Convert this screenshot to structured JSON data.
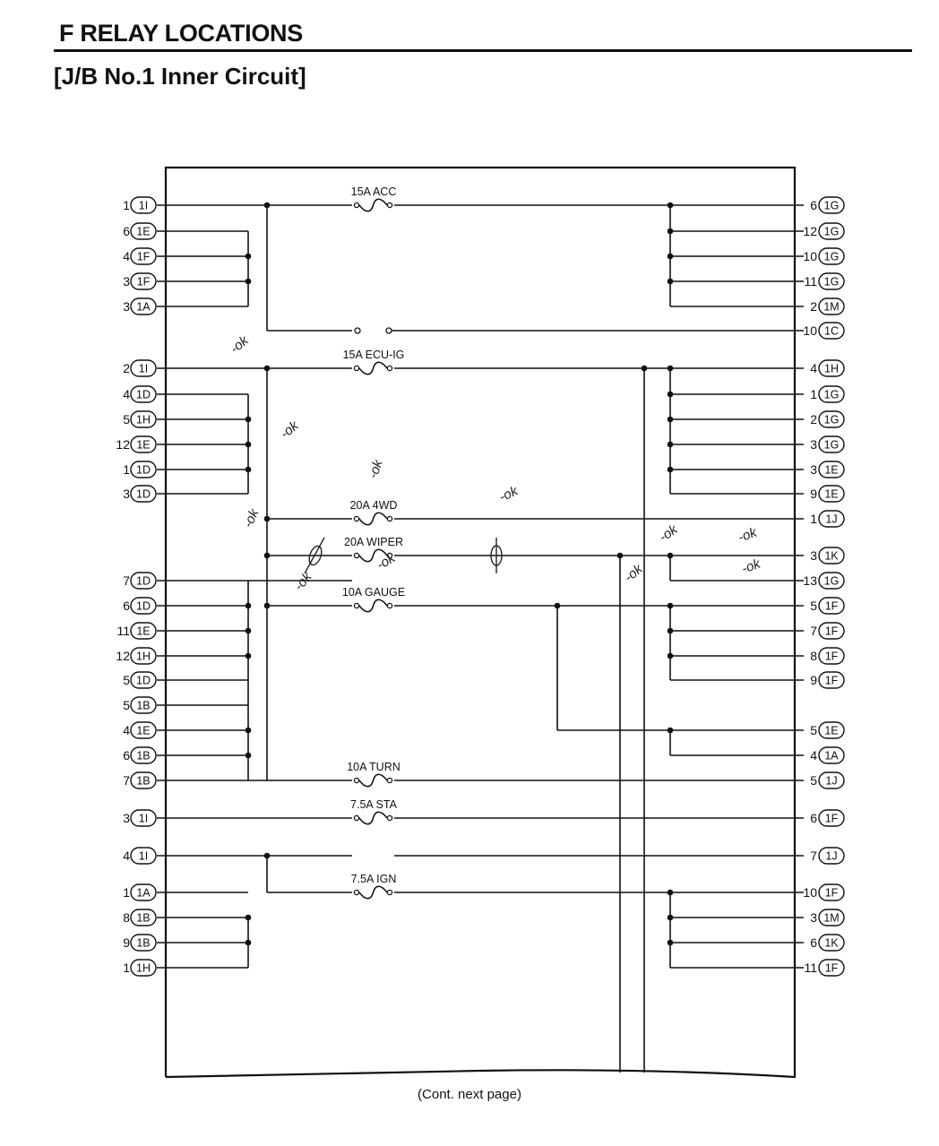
{
  "header": {
    "section_title": "F  RELAY LOCATIONS",
    "subtitle": "[J/B No.1 Inner Circuit]"
  },
  "footer": {
    "note": "(Cont. next page)"
  },
  "fuses": [
    {
      "id": "f1",
      "label": "15A ACC"
    },
    {
      "id": "f2",
      "label": "15A ECU-IG"
    },
    {
      "id": "f3",
      "label": "20A 4WD"
    },
    {
      "id": "f4",
      "label": "20A WIPER"
    },
    {
      "id": "f5",
      "label": "10A GAUGE"
    },
    {
      "id": "f6",
      "label": "10A TURN"
    },
    {
      "id": "f7",
      "label": "7.5A STA"
    },
    {
      "id": "f8",
      "label": "7.5A IGN"
    }
  ],
  "left_terminals": [
    {
      "pin": "1",
      "conn": "1I"
    },
    {
      "pin": "6",
      "conn": "1E"
    },
    {
      "pin": "4",
      "conn": "1F"
    },
    {
      "pin": "3",
      "conn": "1F"
    },
    {
      "pin": "3",
      "conn": "1A"
    },
    {
      "pin": "2",
      "conn": "1I"
    },
    {
      "pin": "4",
      "conn": "1D"
    },
    {
      "pin": "5",
      "conn": "1H"
    },
    {
      "pin": "12",
      "conn": "1E"
    },
    {
      "pin": "1",
      "conn": "1D"
    },
    {
      "pin": "3",
      "conn": "1D"
    },
    {
      "pin": "7",
      "conn": "1D"
    },
    {
      "pin": "6",
      "conn": "1D"
    },
    {
      "pin": "11",
      "conn": "1E"
    },
    {
      "pin": "12",
      "conn": "1H"
    },
    {
      "pin": "5",
      "conn": "1D"
    },
    {
      "pin": "5",
      "conn": "1B"
    },
    {
      "pin": "4",
      "conn": "1E"
    },
    {
      "pin": "6",
      "conn": "1B"
    },
    {
      "pin": "7",
      "conn": "1B"
    },
    {
      "pin": "3",
      "conn": "1I"
    },
    {
      "pin": "4",
      "conn": "1I"
    },
    {
      "pin": "1",
      "conn": "1A"
    },
    {
      "pin": "8",
      "conn": "1B"
    },
    {
      "pin": "9",
      "conn": "1B"
    },
    {
      "pin": "1",
      "conn": "1H"
    }
  ],
  "right_terminals": [
    {
      "pin": "6",
      "conn": "1G"
    },
    {
      "pin": "12",
      "conn": "1G"
    },
    {
      "pin": "10",
      "conn": "1G"
    },
    {
      "pin": "11",
      "conn": "1G"
    },
    {
      "pin": "2",
      "conn": "1M"
    },
    {
      "pin": "10",
      "conn": "1C"
    },
    {
      "pin": "4",
      "conn": "1H"
    },
    {
      "pin": "1",
      "conn": "1G"
    },
    {
      "pin": "2",
      "conn": "1G"
    },
    {
      "pin": "3",
      "conn": "1G"
    },
    {
      "pin": "3",
      "conn": "1E"
    },
    {
      "pin": "9",
      "conn": "1E"
    },
    {
      "pin": "1",
      "conn": "1J"
    },
    {
      "pin": "3",
      "conn": "1K"
    },
    {
      "pin": "13",
      "conn": "1G"
    },
    {
      "pin": "5",
      "conn": "1F"
    },
    {
      "pin": "7",
      "conn": "1F"
    },
    {
      "pin": "8",
      "conn": "1F"
    },
    {
      "pin": "9",
      "conn": "1F"
    },
    {
      "pin": "5",
      "conn": "1E"
    },
    {
      "pin": "4",
      "conn": "1A"
    },
    {
      "pin": "5",
      "conn": "1J"
    },
    {
      "pin": "6",
      "conn": "1F"
    },
    {
      "pin": "7",
      "conn": "1J"
    },
    {
      "pin": "10",
      "conn": "1F"
    },
    {
      "pin": "3",
      "conn": "1M"
    },
    {
      "pin": "6",
      "conn": "1K"
    },
    {
      "pin": "11",
      "conn": "1F"
    }
  ],
  "handwritten_notes": [
    "-ok",
    "-ok",
    "-ok",
    "-ok",
    "-ok",
    "-ok",
    "-ok",
    "-ok",
    "-ok",
    "-ok",
    "-ok"
  ]
}
